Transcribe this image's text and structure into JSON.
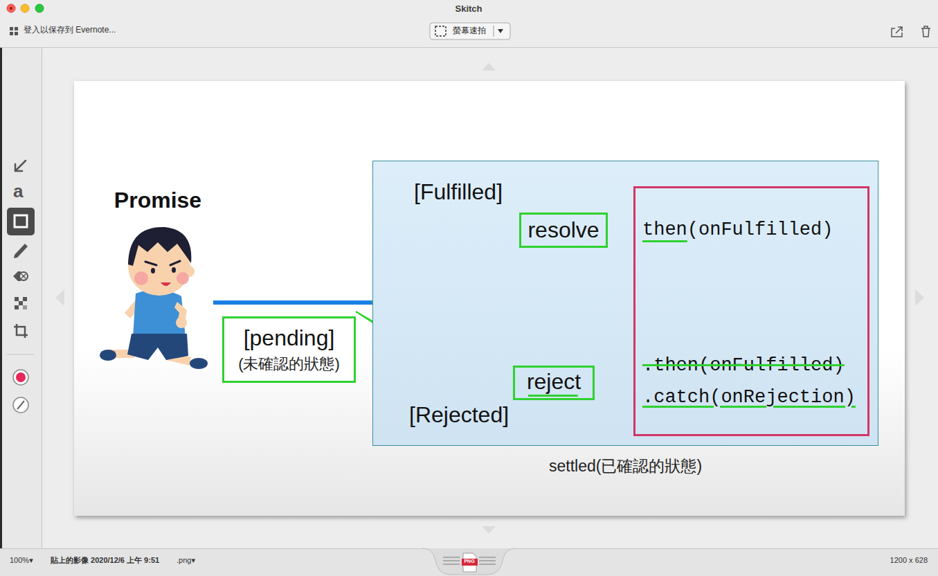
{
  "diagram": {
    "nodes": [
      {
        "text": [
          "Promise"
        ]
      },
      {
        "text": [
          "[pending]",
          "(未確認的狀態)"
        ]
      },
      {
        "text": [
          "settled(已確認的狀態)"
        ]
      },
      {
        "text": [
          "resolve"
        ],
        "in": 2
      },
      {
        "text": [
          "reject"
        ],
        "in": 2
      },
      {
        "text": [
          "then(onFulfilled)",
          ".then(onFulfilled)",
          ".catch(onRejection)"
        ],
        "in": 2
      }
    ],
    "edges": [
      {
        "from": 0,
        "to": 3,
        "arrow": "to"
      },
      {
        "from": 0,
        "to": 4,
        "arrow": "to"
      },
      {
        "from": 3,
        "to": 5,
        "arrow": "to"
      },
      {
        "from": 4,
        "to": 5,
        "arrow": "to"
      }
    ],
    "labels": [
      "Skitch",
      "登入以保存到 Evernote...",
      "螢幕速拍",
      "a",
      "[Fulfilled]",
      "[Rejected]",
      "100%▾",
      "貼上的影像 2020/12/6 上午 9:51",
      ".png▾",
      "PNG",
      "1200 x 628"
    ]
  }
}
